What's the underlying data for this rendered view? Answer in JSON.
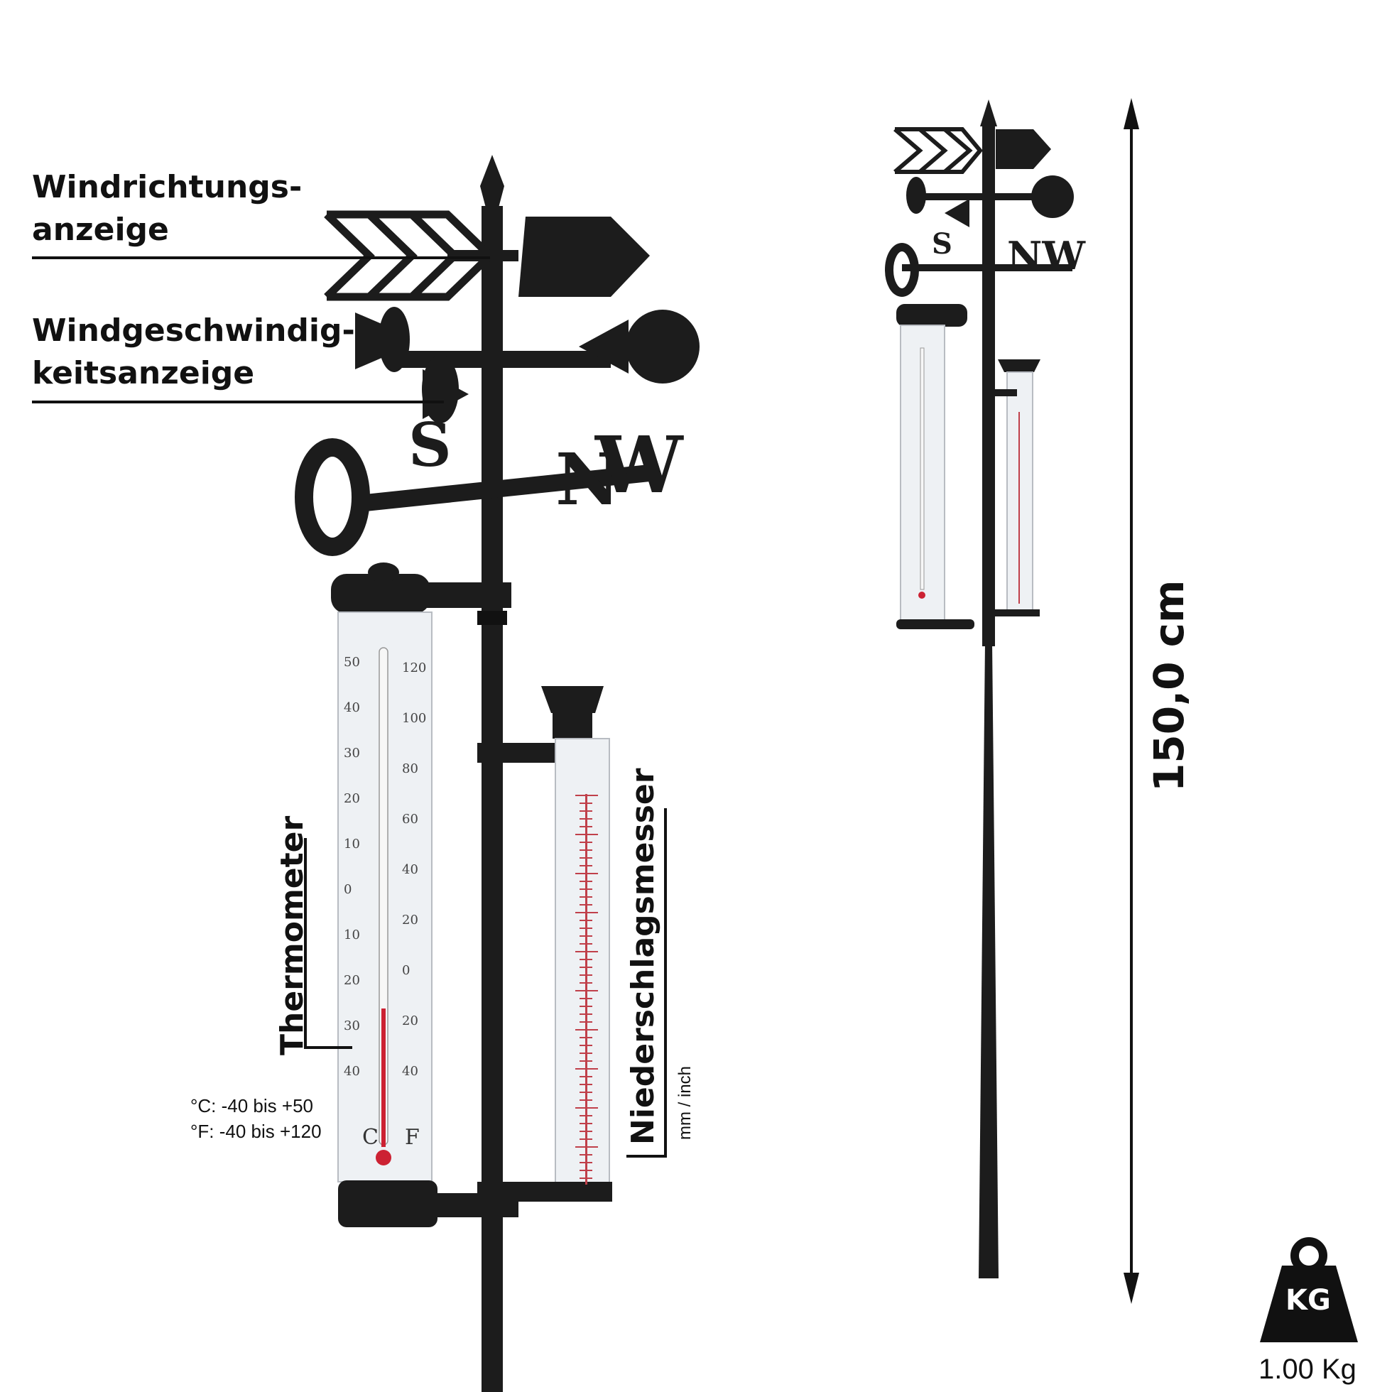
{
  "labels": {
    "wind_direction_line1": "Windrichtungs-",
    "wind_direction_line2": "anzeige",
    "wind_speed_line1": "Windgeschwindig-",
    "wind_speed_line2": "keitsanzeige",
    "thermometer": "Thermometer",
    "rain_gauge": "Niederschlagsmesser",
    "rain_units": "mm / inch",
    "temp_range_c": "°C: -40 bis +50",
    "temp_range_f": "°F: -40 bis +120"
  },
  "vane_letters": {
    "south": "S",
    "north": "N",
    "west": "W"
  },
  "thermometer_scale": {
    "celsius_label": "C",
    "fahrenheit_label": "F",
    "celsius_ticks": [
      "50",
      "40",
      "30",
      "20",
      "10",
      "0",
      "10",
      "20",
      "30",
      "40"
    ],
    "fahrenheit_ticks": [
      "120",
      "100",
      "80",
      "60",
      "40",
      "20",
      "0",
      "20",
      "40"
    ]
  },
  "height": "150,0 cm",
  "weight": {
    "badge": "KG",
    "value": "1.00 Kg"
  },
  "colors": {
    "metal": "#1c1c1c",
    "glass": "#eef1f4",
    "thermo_red": "#cc2233",
    "rain_scale": "#c0404a"
  }
}
